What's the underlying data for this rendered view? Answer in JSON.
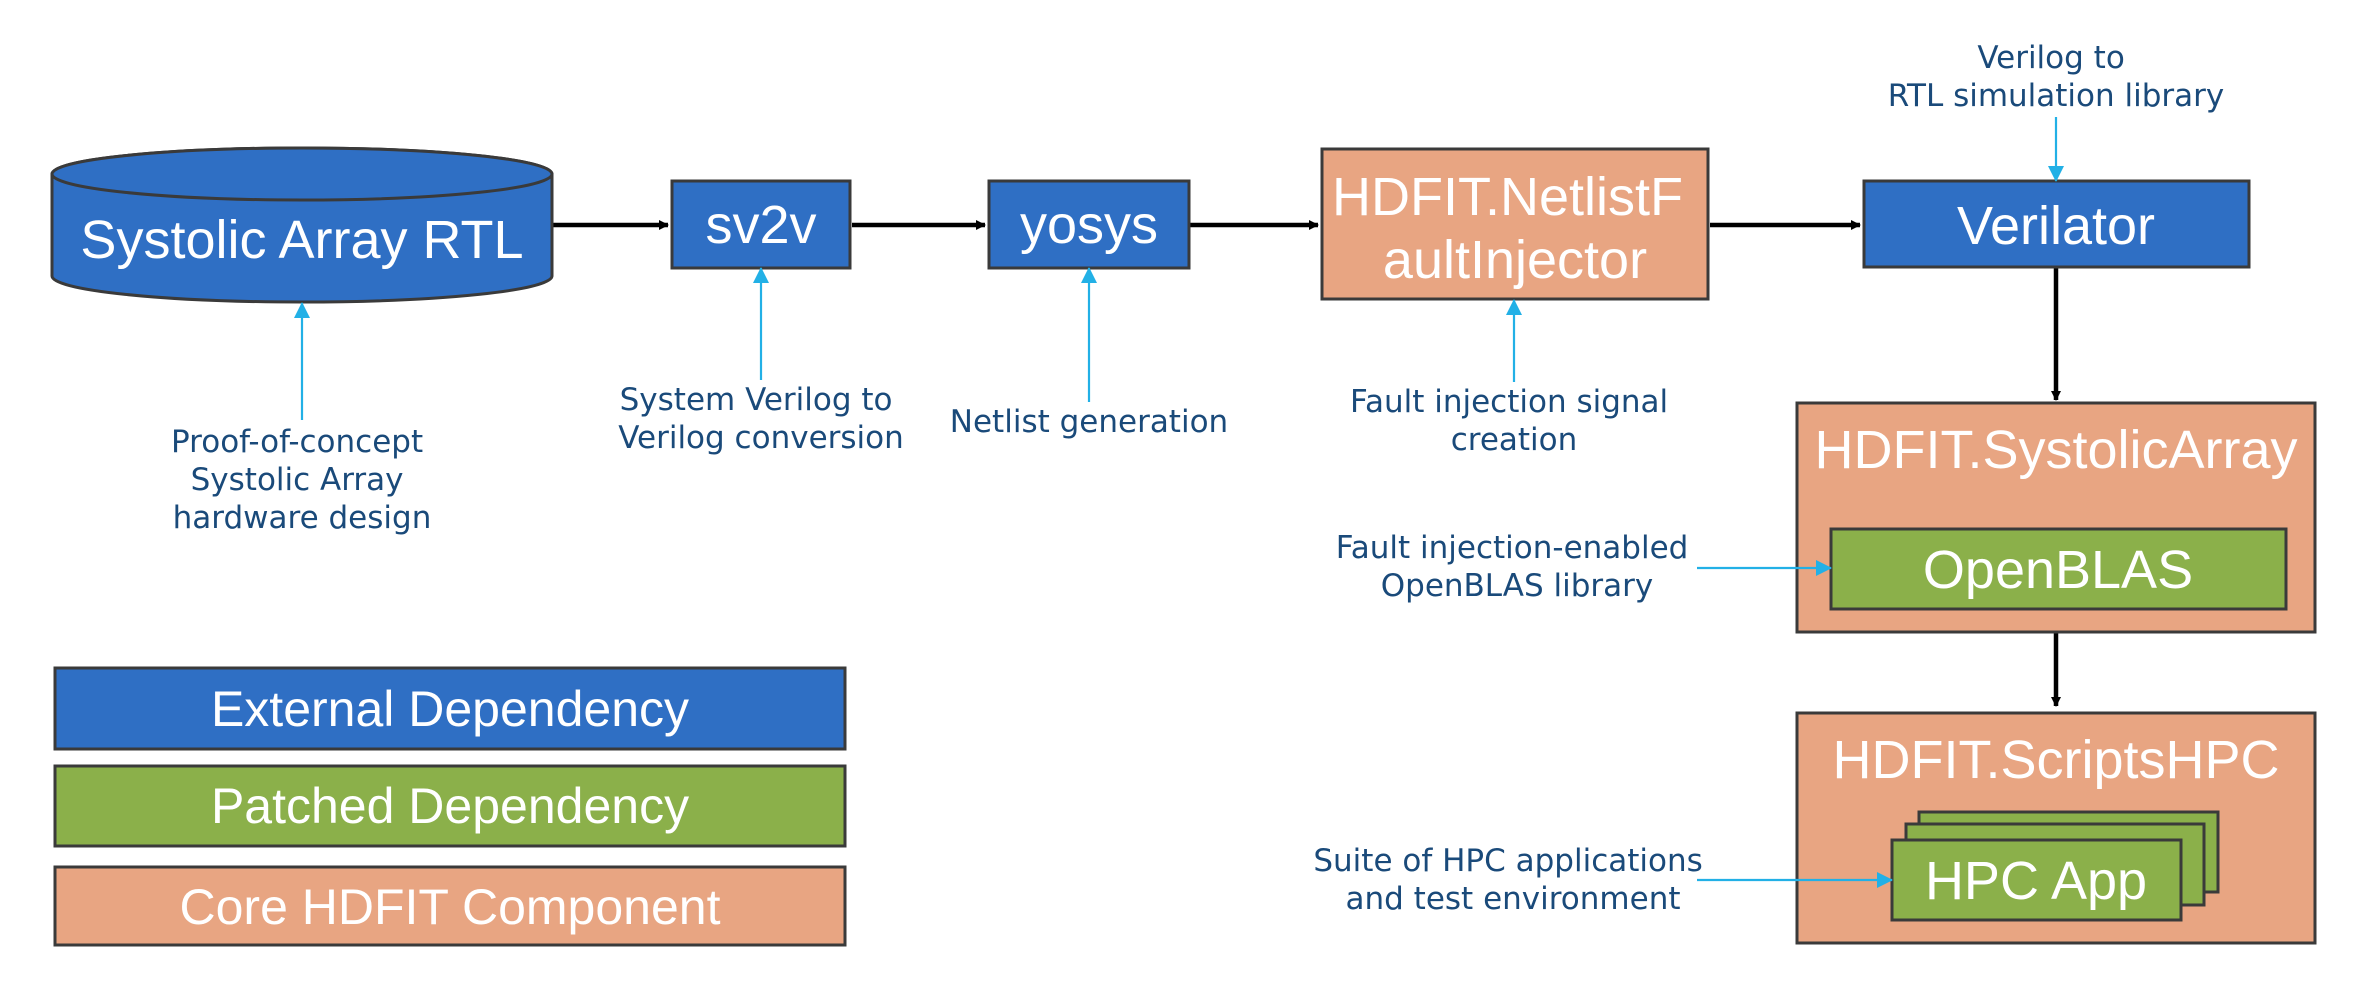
{
  "colors": {
    "external": "#2f6fc4",
    "patched": "#8bb04a",
    "core": "#e8a582",
    "note_text": "#1a4a7a",
    "leader": "#22b0e6"
  },
  "nodes": {
    "systolic_rtl": "Systolic Array RTL",
    "sv2v": "sv2v",
    "yosys": "yosys",
    "netlist_fault_injector": [
      "HDFIT.NetlistF",
      "aultInjector"
    ],
    "verilator": "Verilator",
    "systolic_array": "HDFIT.SystolicArray",
    "openblas": "OpenBLAS",
    "scripts_hpc": "HDFIT.ScriptsHPC",
    "hpc_app": "HPC App"
  },
  "annotations": {
    "rtl": [
      "Proof-of-concept",
      "Systolic Array",
      "hardware design"
    ],
    "sv2v": [
      "System Verilog to",
      "Verilog conversion"
    ],
    "yosys": [
      "Netlist generation"
    ],
    "fault_injector": [
      "Fault injection signal",
      "creation"
    ],
    "verilator": [
      "Verilog to",
      "RTL simulation library"
    ],
    "openblas": [
      "Fault injection-enabled",
      "OpenBLAS library"
    ],
    "hpc_app": [
      "Suite of HPC applications",
      "and test environment"
    ]
  },
  "legend": {
    "external": "External Dependency",
    "patched": "Patched Dependency",
    "core": "Core HDFIT Component"
  }
}
